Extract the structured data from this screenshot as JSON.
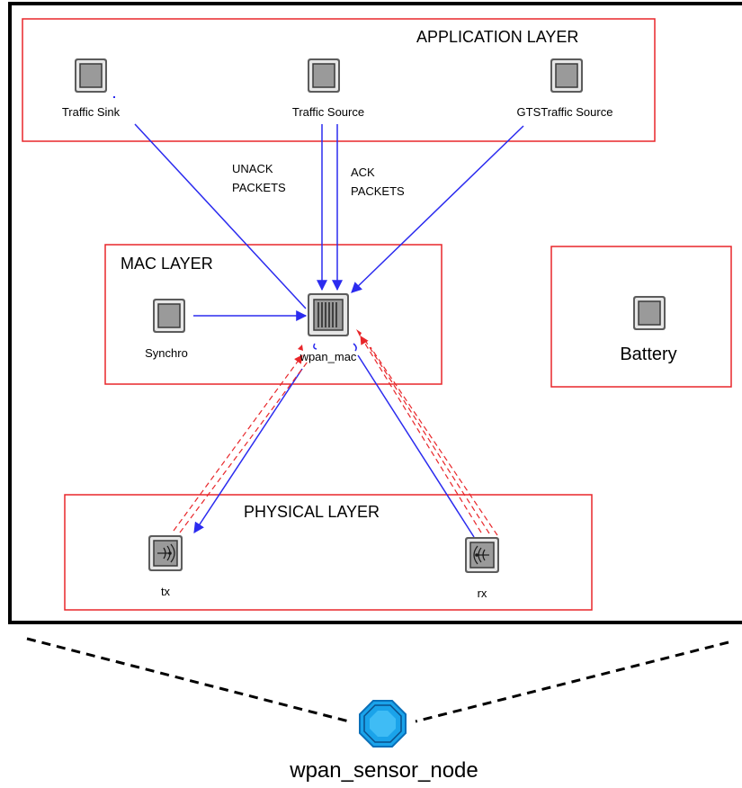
{
  "layers": {
    "application": "APPLICATION LAYER",
    "mac": "MAC LAYER",
    "physical": "PHYSICAL LAYER"
  },
  "modules": {
    "traffic_sink": "Traffic Sink",
    "traffic_source": "Traffic Source",
    "gts_traffic_source": "GTSTraffic Source",
    "synchro": "Synchro",
    "wpan_mac": "wpan_mac",
    "battery": "Battery",
    "tx": "tx",
    "rx": "rx"
  },
  "edge_labels": {
    "unack": [
      "UNACK",
      "PACKETS"
    ],
    "ack": [
      "ACK",
      "PACKETS"
    ]
  },
  "node": {
    "name": "wpan_sensor_node"
  },
  "colors": {
    "layer_border": "#e8262a",
    "stream": "#2b2bef",
    "statwire": "#e8262a",
    "node_icon": "#1aa3ea",
    "module_fill": "#9a9a9a"
  }
}
